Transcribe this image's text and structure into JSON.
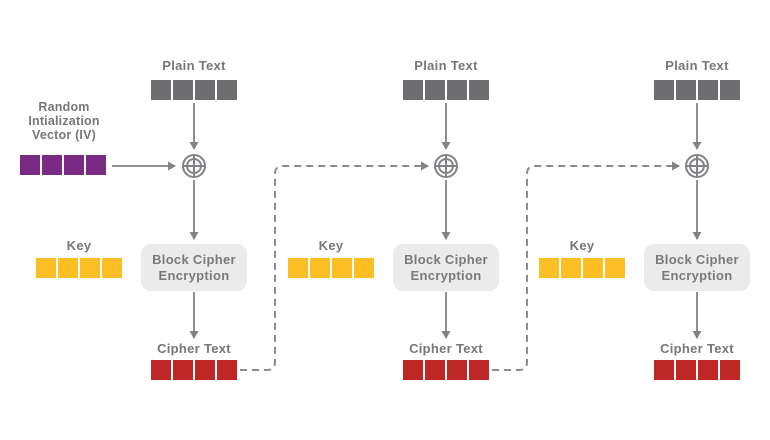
{
  "diagram": {
    "name": "CBC block cipher encryption diagram",
    "iv": {
      "label": "Random\nIntialization\nVector (IV)",
      "cells": 4
    },
    "blocks": [
      {
        "plain_label": "Plain Text",
        "key_label": "Key",
        "box_label": "Block Cipher Encryption",
        "cipher_label": "Cipher Text",
        "plain_cells": 4,
        "key_cells": 4,
        "cipher_cells": 4
      },
      {
        "plain_label": "Plain Text",
        "key_label": "Key",
        "box_label": "Block Cipher Encryption",
        "cipher_label": "Cipher Text",
        "plain_cells": 4,
        "key_cells": 4,
        "cipher_cells": 4
      },
      {
        "plain_label": "Plain Text",
        "key_label": "Key",
        "box_label": "Block Cipher Encryption",
        "cipher_label": "Cipher Text",
        "plain_cells": 4,
        "key_cells": 4,
        "cipher_cells": 4
      }
    ],
    "icons": {
      "xor": "circled-plus ⊕",
      "arrow": "solid gray arrow",
      "feedback": "dashed gray rounded elbow arrow"
    },
    "colors": {
      "bg": "#FFFFFF",
      "plain-square": "#6E6E71",
      "iv-square": "#7A2A82",
      "key-square": "#FBBE24",
      "cipher-square": "#BF2727",
      "box-fill": "#EBEBEB",
      "label-text": "#77777A",
      "box-text": "#7A7A7D",
      "line": "#828387",
      "dash": "#8A8B8D"
    }
  }
}
